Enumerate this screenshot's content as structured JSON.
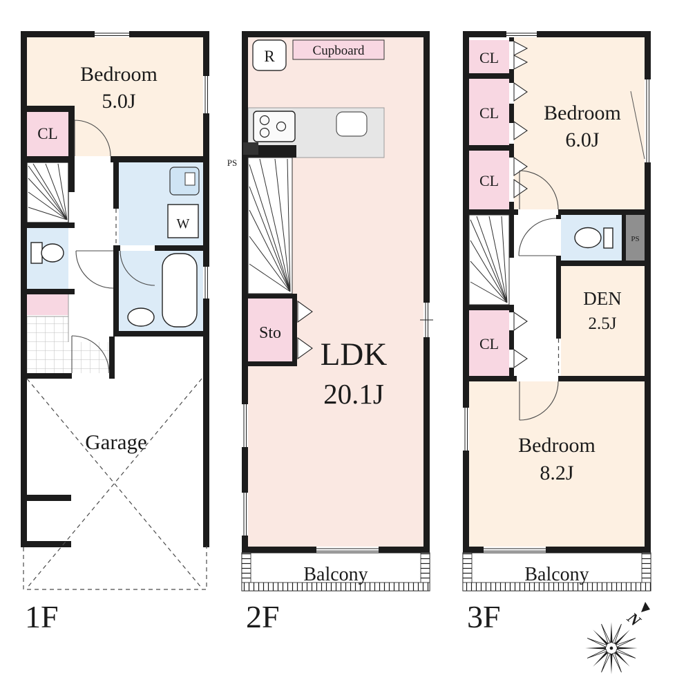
{
  "floors": [
    {
      "id": "1f",
      "label": "1F",
      "labels": {
        "bedroom_name": "Bedroom",
        "bedroom_size": "5.0J",
        "closet": "CL",
        "washer": "W",
        "garage": "Garage"
      }
    },
    {
      "id": "2f",
      "label": "2F",
      "labels": {
        "fridge": "R",
        "cupboard": "Cupboard",
        "pipe_space": "PS",
        "storage": "Sto",
        "ldk_name": "LDK",
        "ldk_size": "20.1J",
        "balcony": "Balcony"
      }
    },
    {
      "id": "3f",
      "label": "3F",
      "labels": {
        "closet1": "CL",
        "closet2": "CL",
        "closet3": "CL",
        "closet4": "CL",
        "bedroom_a_name": "Bedroom",
        "bedroom_a_size": "6.0J",
        "pipe_space": "PS",
        "den_name": "DEN",
        "den_size": "2.5J",
        "bedroom_b_name": "Bedroom",
        "bedroom_b_size": "8.2J",
        "balcony": "Balcony"
      }
    }
  ],
  "compass": {
    "north_label": "N"
  },
  "colors": {
    "wall": "#1c1c1c",
    "bedroom_fill": "#fdf0e2",
    "ldk_fill": "#fae8e2",
    "closet_fill": "#f8d7e2",
    "bath_fill": "#dcebf7",
    "counter_fill": "#e6e6e6",
    "ps_fill": "#8f8f8f"
  }
}
